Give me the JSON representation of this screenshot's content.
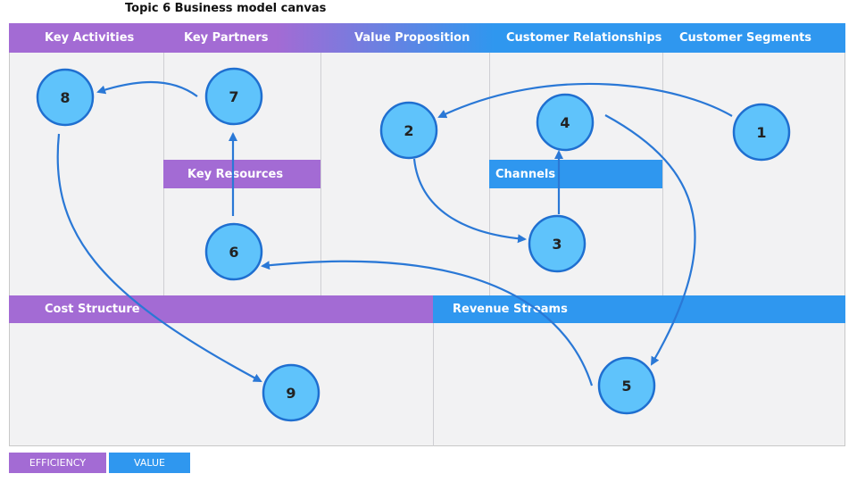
{
  "title": "Topic 6  Business model canvas",
  "colors": {
    "efficiency": "#a36bd4",
    "value": "#2f97ef",
    "node_fill": "#5fc3fb",
    "node_stroke": "#1f6fd0",
    "arrow": "#2a78d6",
    "canvas_bg": "#f2f2f3"
  },
  "header": {
    "key_activities": "Key Activities",
    "key_partners": "Key Partners",
    "value_proposition": "Value Proposition",
    "customer_relationships": "Customer Relationships",
    "customer_segments": "Customer Segments"
  },
  "sub_bands": {
    "key_resources": "Key Resources",
    "channels": "Channels",
    "cost_structure": "Cost Structure",
    "revenue_streams": "Revenue Streams"
  },
  "legend": {
    "efficiency": "EFFICIENCY",
    "value": "VALUE"
  },
  "nodes": [
    {
      "id": "1",
      "label": "1",
      "area": "Customer Segments"
    },
    {
      "id": "2",
      "label": "2",
      "area": "Value Proposition"
    },
    {
      "id": "3",
      "label": "3",
      "area": "Channels"
    },
    {
      "id": "4",
      "label": "4",
      "area": "Customer Relationships"
    },
    {
      "id": "5",
      "label": "5",
      "area": "Revenue Streams"
    },
    {
      "id": "6",
      "label": "6",
      "area": "Key Resources"
    },
    {
      "id": "7",
      "label": "7",
      "area": "Key Partners"
    },
    {
      "id": "8",
      "label": "8",
      "area": "Key Activities"
    },
    {
      "id": "9",
      "label": "9",
      "area": "Cost Structure"
    }
  ],
  "flow": [
    {
      "from": "1",
      "to": "2"
    },
    {
      "from": "2",
      "to": "3"
    },
    {
      "from": "3",
      "to": "4"
    },
    {
      "from": "4",
      "to": "5"
    },
    {
      "from": "5",
      "to": "6"
    },
    {
      "from": "6",
      "to": "7"
    },
    {
      "from": "7",
      "to": "8"
    },
    {
      "from": "8",
      "to": "9"
    }
  ]
}
